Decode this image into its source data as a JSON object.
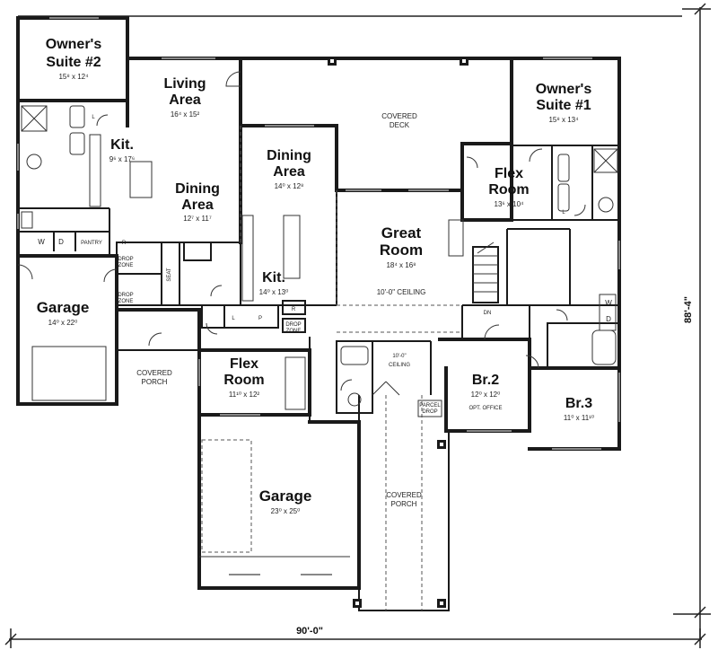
{
  "rooms": {
    "owners_suite_2": {
      "name_1": "Owner's",
      "name_2": "Suite #2",
      "dim": "15⁸ x 12⁴"
    },
    "living_area": {
      "name_1": "Living",
      "name_2": "Area",
      "dim": "16⁴ x 15²"
    },
    "kit_left": {
      "name": "Kit.",
      "dim": "9⁶ x 17⁶"
    },
    "dining_area_left": {
      "name_1": "Dining",
      "name_2": "Area",
      "dim": "12⁷ x 11⁷"
    },
    "covered_deck": {
      "name_1": "COVERED",
      "name_2": "DECK"
    },
    "dining_area_center": {
      "name_1": "Dining",
      "name_2": "Area",
      "dim": "14⁰ x 12⁸"
    },
    "great_room": {
      "name_1": "Great",
      "name_2": "Room",
      "dim": "18⁴ x 16⁸",
      "note": "10'-0\" CEILING"
    },
    "owners_suite_1": {
      "name_1": "Owner's",
      "name_2": "Suite #1",
      "dim": "15⁸ x 13⁴"
    },
    "flex_room_right": {
      "name_1": "Flex",
      "name_2": "Room",
      "dim": "13⁶ x 10⁴"
    },
    "garage_left": {
      "name": "Garage",
      "dim": "14⁰ x 22⁰"
    },
    "kit_center": {
      "name": "Kit.",
      "dim": "14⁰ x 13⁰"
    },
    "covered_porch_left": {
      "name_1": "COVERED",
      "name_2": "PORCH"
    },
    "flex_room_center": {
      "name_1": "Flex",
      "name_2": "Room",
      "dim": "11¹⁰ x 12²"
    },
    "ceiling_note": {
      "line_1": "10'-0\"",
      "line_2": "CEILING"
    },
    "br2": {
      "name": "Br.2",
      "dim": "12⁰ x 12⁰",
      "note": "OPT. OFFICE"
    },
    "br3": {
      "name": "Br.3",
      "dim": "11⁰ x 11¹⁰"
    },
    "garage_main": {
      "name": "Garage",
      "dim": "23⁰ x 25⁰"
    },
    "covered_porch_main": {
      "name_1": "COVERED",
      "name_2": "PORCH"
    }
  },
  "labels": {
    "pantry": "PANTRY",
    "w": "W",
    "d": "D",
    "r_pantry": "R",
    "l_suite2": "L",
    "drop_zone_1_a": "DROP",
    "drop_zone_1_b": "ZONE",
    "drop_zone_2_a": "DROP",
    "drop_zone_2_b": "ZONE",
    "drop_zone_3_a": "DROP",
    "drop_zone_3_b": "ZONE",
    "seat": "SEAT",
    "l_mud": "L",
    "p_mud": "P",
    "r_mud": "R",
    "dn": "DN",
    "parcel_a": "PARCEL",
    "parcel_b": "DROP",
    "l_suite1": "L",
    "w_right": "W",
    "d_right": "D"
  },
  "dimensions": {
    "width": "90'-0\"",
    "depth": "88'-4\""
  }
}
